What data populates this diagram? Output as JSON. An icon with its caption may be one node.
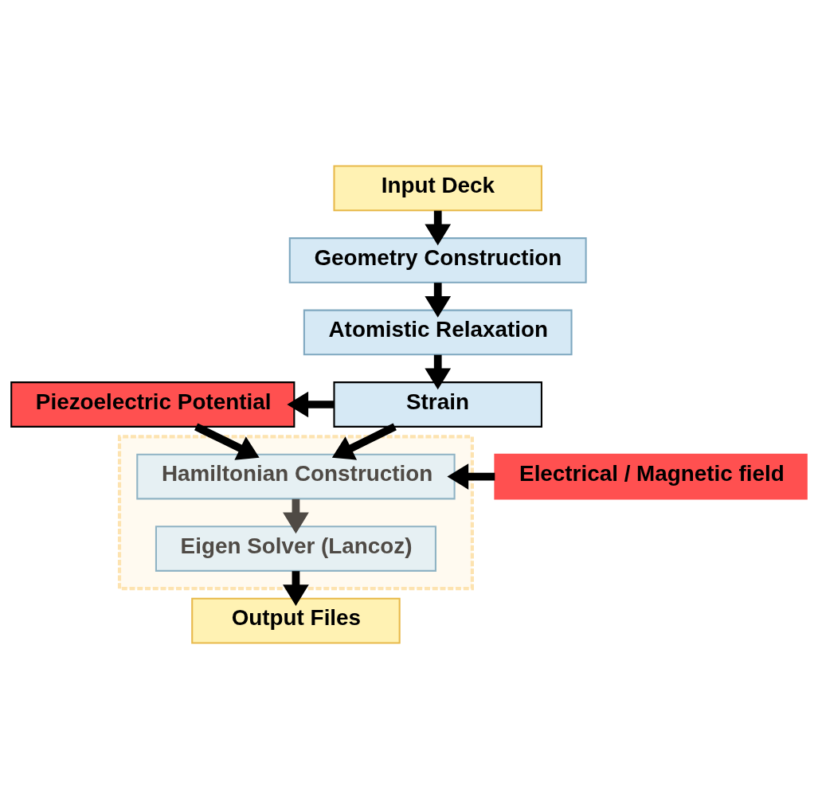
{
  "diagram": {
    "nodes": [
      {
        "text": [
          "Input Deck"
        ]
      },
      {
        "text": [
          "Geometry Construction"
        ]
      },
      {
        "text": [
          "Atomistic Relaxation"
        ]
      },
      {
        "text": [
          "Strain"
        ]
      },
      {
        "text": [
          "Piezoelectric Potential"
        ]
      },
      {
        "text": [],
        "shape": "box"
      },
      {
        "text": [
          "Hamiltonian Construction"
        ],
        "in": 5
      },
      {
        "text": [
          "Electrical / Magnetic field"
        ]
      },
      {
        "text": [
          "Eigen Solver (Lancoz)"
        ],
        "in": 5
      },
      {
        "text": [
          "Output Files"
        ]
      }
    ],
    "edges": [
      {
        "from": 0,
        "to": 1,
        "arrow": "to"
      },
      {
        "from": 1,
        "to": 2,
        "arrow": "to"
      },
      {
        "from": 2,
        "to": 3,
        "arrow": "to"
      },
      {
        "from": 3,
        "to": 4,
        "arrow": "to"
      },
      {
        "from": 3,
        "to": 6,
        "arrow": "to"
      },
      {
        "from": 4,
        "to": 6,
        "arrow": "to"
      },
      {
        "from": 7,
        "to": 6,
        "arrow": "to"
      },
      {
        "from": 6,
        "to": 8,
        "arrow": "to",
        "color": "#4f4a45"
      },
      {
        "from": 8,
        "to": 9,
        "arrow": "to"
      }
    ]
  }
}
